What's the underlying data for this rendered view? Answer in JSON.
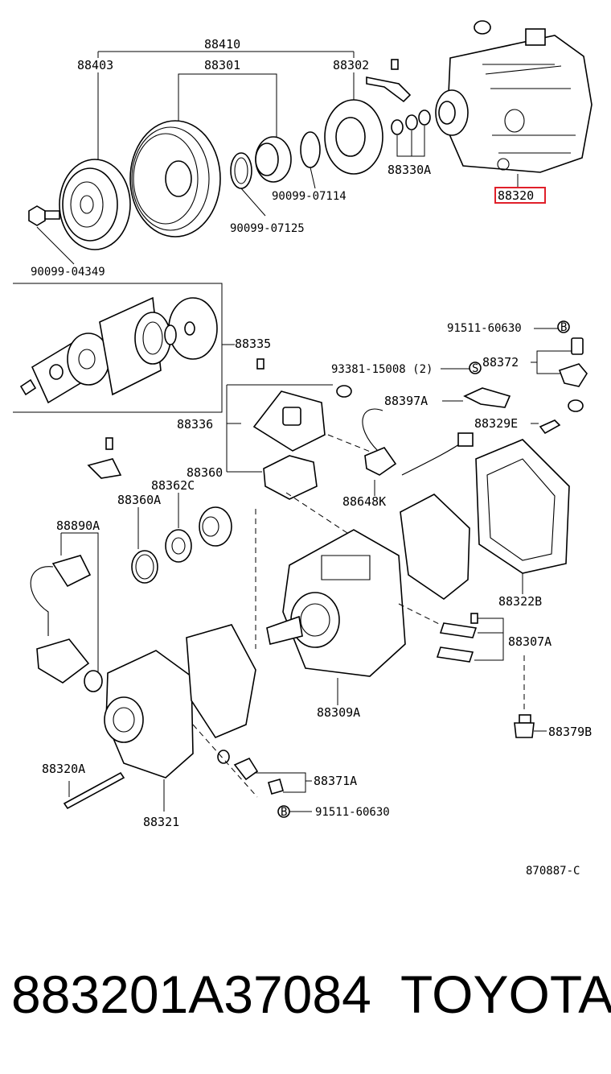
{
  "labels": {
    "p88410": "88410",
    "p88403": "88403",
    "p88301": "88301",
    "p88302": "88302",
    "p88330A": "88330A",
    "p88320": "88320",
    "p90099_07114": "90099-07114",
    "p90099_07125": "90099-07125",
    "p90099_04349": "90099-04349",
    "p88335": "88335",
    "p91511_60630_top": "91511-60630",
    "p93381_15008": "93381-15008 (2)",
    "p88372": "88372",
    "p88397A": "88397A",
    "p88329E": "88329E",
    "p88336": "88336",
    "p88360": "88360",
    "p88362C": "88362C",
    "p88360A": "88360A",
    "p88648K": "88648K",
    "p88890A": "88890A",
    "p88322B": "88322B",
    "p88307A": "88307A",
    "p88309A": "88309A",
    "p88379B": "88379B",
    "p88320A": "88320A",
    "p88371A": "88371A",
    "p91511_60630_bot": "91511-60630",
    "p88321": "88321",
    "ref_code": "870887-C"
  },
  "symbols": {
    "b1": "B",
    "b2": "B",
    "s": "S"
  },
  "footer": {
    "part_number": "883201A37084",
    "brand": "TOYOTA"
  },
  "colors": {
    "highlight": "#e0202a"
  }
}
